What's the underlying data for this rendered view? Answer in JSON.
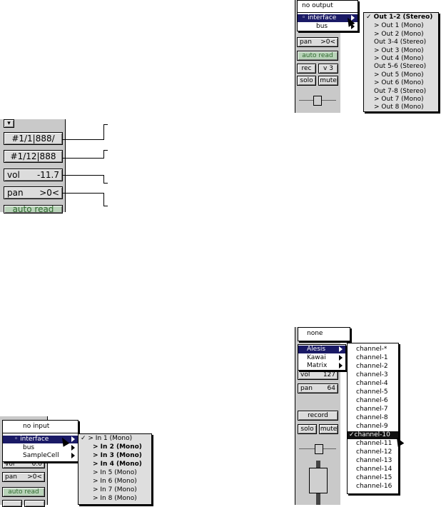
{
  "output_panel": {
    "no_output": "no output",
    "menu_items": [
      {
        "label": "interface"
      },
      {
        "label": "bus"
      }
    ],
    "sub_items": [
      {
        "label": "✓ Out 1-2 (Stereo)"
      },
      {
        "label": "> Out 1 (Mono)"
      },
      {
        "label": "> Out 2 (Mono)"
      },
      {
        "label": "Out 3-4 (Stereo)"
      },
      {
        "label": "> Out 3 (Mono)"
      },
      {
        "label": "> Out 4 (Mono)"
      },
      {
        "label": "Out 5-6 (Stereo)"
      },
      {
        "label": "> Out 5 (Mono)"
      },
      {
        "label": "> Out 6 (Mono)"
      },
      {
        "label": "Out 7-8 (Stereo)"
      },
      {
        "label": "> Out 7 (Mono)"
      },
      {
        "label": "> Out 8 (Mono)"
      }
    ],
    "pan": "pan",
    "pan_value": ">0<",
    "auto": "auto read",
    "rec": "rec",
    "voice": "v 3",
    "solo": "solo",
    "mute": "mute"
  },
  "detail": {
    "rows": [
      "#1/1|888/",
      "#1/12|888"
    ],
    "vol_label": "vol",
    "vol_value": "-11.7",
    "pan_label": "pan",
    "pan_value": ">0<",
    "auto": "auto read"
  },
  "input_panel": {
    "no_input": "no input",
    "menu_items": [
      {
        "label": "interface"
      },
      {
        "label": "bus"
      },
      {
        "label": "SampleCell"
      }
    ],
    "sub_items": [
      {
        "label": "✓ > In 1 (Mono)"
      },
      {
        "label": "> In 2 (Mono)"
      },
      {
        "label": "> In 3 (Mono)"
      },
      {
        "label": "> In 4 (Mono)"
      },
      {
        "label": "> In 5 (Mono)"
      },
      {
        "label": "> In 6 (Mono)"
      },
      {
        "label": "> In 7 (Mono)"
      },
      {
        "label": "> In 8 (Mono)"
      }
    ],
    "vol_label": "vol",
    "vol_value": "0.0",
    "pan_label": "pan",
    "pan_value": ">0<",
    "auto": "auto read"
  },
  "midi_panel": {
    "none": "none",
    "menu_items": [
      {
        "label": "Alesis"
      },
      {
        "label": "Kawai"
      },
      {
        "label": "Matrix"
      }
    ],
    "channels": [
      "channel-*",
      "channel-1",
      "channel-2",
      "channel-3",
      "channel-4",
      "channel-5",
      "channel-6",
      "channel-7",
      "channel-8",
      "channel-9",
      "✓channel-10",
      "channel-11",
      "channel-12",
      "channel-13",
      "channel-14",
      "channel-15",
      "channel-16"
    ],
    "vol_label": "vol",
    "vol_value": "127",
    "pan_label": "pan",
    "pan_value": "64",
    "record": "record",
    "solo": "solo",
    "mute": "mute"
  }
}
